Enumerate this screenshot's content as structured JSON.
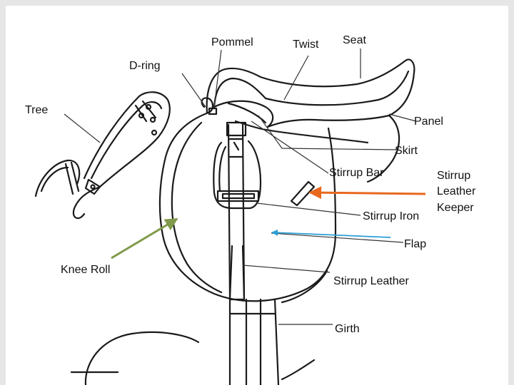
{
  "labels": {
    "pommel": "Pommel",
    "twist": "Twist",
    "seat": "Seat",
    "d_ring": "D-ring",
    "tree": "Tree",
    "panel": "Panel",
    "skirt": "Skirt",
    "stirrup_bar": "Stirrup Bar",
    "stirrup_iron": "Stirrup Iron",
    "flap": "Flap",
    "knee_roll": "Knee Roll",
    "stirrup_leather": "Stirrup Leather",
    "girth": "Girth",
    "stirrup_leather_keeper": [
      "Stirrup",
      "Leather",
      "Keeper"
    ]
  },
  "colors": {
    "background": "#e6e6e6",
    "slide": "#ffffff",
    "line_art": "#1a1a1a",
    "arrow_orange": "#e8681e",
    "arrow_green": "#7f9a4a",
    "arrow_blue": "#2a9fd6"
  }
}
